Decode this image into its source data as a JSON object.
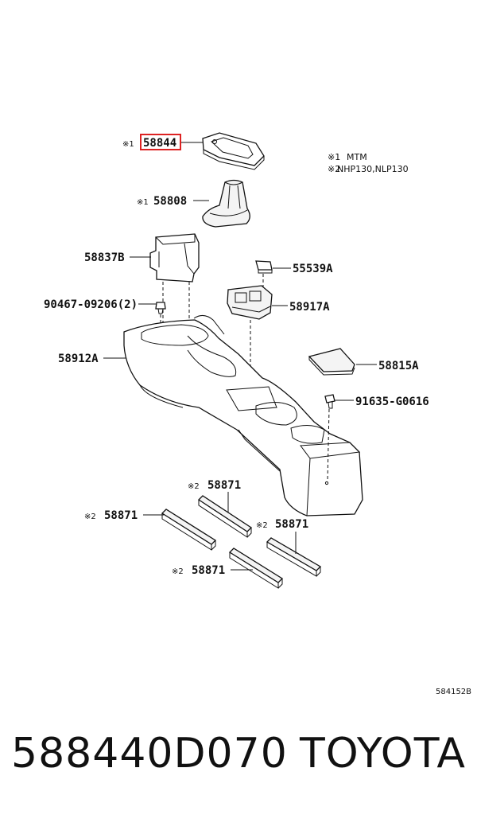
{
  "notes": [
    {
      "mark": "※1",
      "text": "MTM"
    },
    {
      "mark": "※2",
      "text": "NHP130,NLP130"
    }
  ],
  "callouts": [
    {
      "id": "c58844",
      "mark": "※1",
      "label": "58844",
      "highlighted": true
    },
    {
      "id": "c58808",
      "mark": "※1",
      "label": "58808"
    },
    {
      "id": "c58837b",
      "mark": "",
      "label": "58837B"
    },
    {
      "id": "c55539a",
      "mark": "",
      "label": "55539A"
    },
    {
      "id": "c90467",
      "mark": "",
      "label": "90467-09206(2)"
    },
    {
      "id": "c58917a",
      "mark": "",
      "label": "58917A"
    },
    {
      "id": "c58912a",
      "mark": "",
      "label": "58912A"
    },
    {
      "id": "c58815a",
      "mark": "",
      "label": "58815A"
    },
    {
      "id": "c91635",
      "mark": "",
      "label": "91635-G0616"
    },
    {
      "id": "c58871a",
      "mark": "※2",
      "label": "58871"
    },
    {
      "id": "c58871b",
      "mark": "※2",
      "label": "58871"
    },
    {
      "id": "c58871c",
      "mark": "※2",
      "label": "58871"
    },
    {
      "id": "c58871d",
      "mark": "※2",
      "label": "58871"
    }
  ],
  "diagram_code": "584152B",
  "footer": {
    "part_number": "588440D070",
    "brand": "TOYOTA"
  },
  "colors": {
    "highlight": "#d22222",
    "line": "#111111"
  }
}
